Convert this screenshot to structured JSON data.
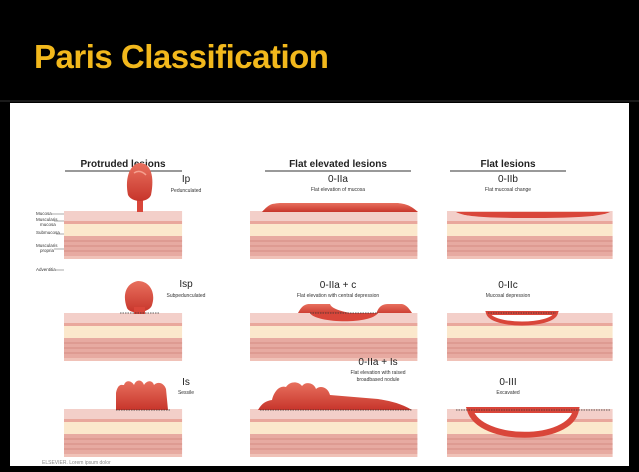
{
  "slide": {
    "title": "Paris Classification"
  },
  "columns": [
    {
      "header": "Protruded lesions"
    },
    {
      "header": "Flat elevated lesions"
    },
    {
      "header": "Flat lesions"
    }
  ],
  "layers": [
    "Mucosa",
    "Muscularis",
    "mucosa",
    "Submucosa",
    "Muscularis",
    "propria",
    "Adventitia"
  ],
  "lesions": {
    "ip": {
      "code": "Ip",
      "desc": "Pedunculated"
    },
    "isp": {
      "code": "Isp",
      "desc": "Subpedunculated"
    },
    "is": {
      "code": "Is",
      "desc": "Sessile"
    },
    "iia": {
      "code": "0-IIa",
      "desc": "Flat elevation of mucosa"
    },
    "iiac": {
      "code": "0-IIa + c",
      "desc": "Flat elevation with central depression"
    },
    "iiais": {
      "code": "0-IIa + Is",
      "desc1": "Flat elevation with raised",
      "desc2": "broadbased nodule"
    },
    "iib": {
      "code": "0-IIb",
      "desc": "Flat mucosal change"
    },
    "iic": {
      "code": "0-IIc",
      "desc": "Mucosal depression"
    },
    "iii": {
      "code": "0-III",
      "desc": "Excavated"
    }
  },
  "footer": {
    "copyright": "ELSEVIER. Lorem ipsum dolor"
  },
  "colors": {
    "title": "#f2b81c",
    "lesion": "#d9463a",
    "tissue_pink": "#f1c6c1",
    "tissue_dark": "#d98a82",
    "submucosa": "#fbe7c8"
  }
}
